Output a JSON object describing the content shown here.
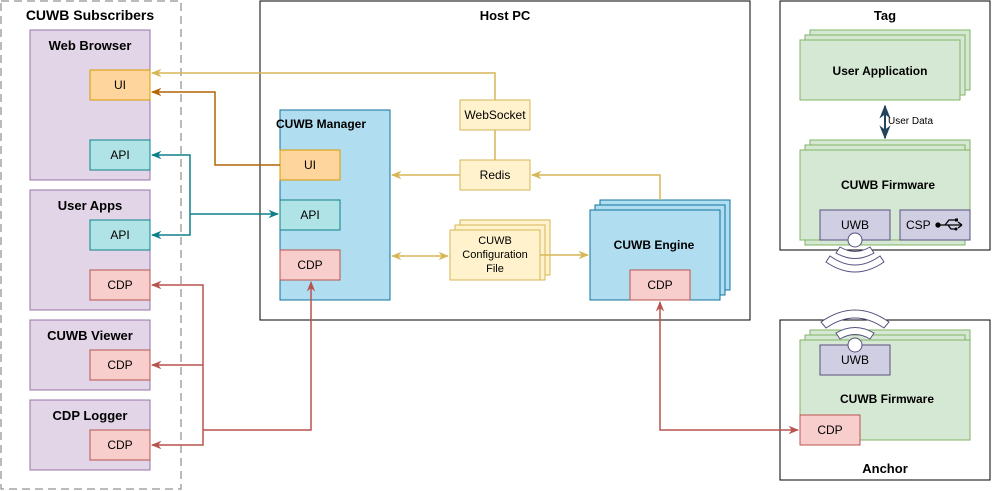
{
  "groups": {
    "subscribers": "CUWB Subscribers",
    "host_pc": "Host PC",
    "tag": "Tag",
    "anchor": "Anchor"
  },
  "subscribers": {
    "web_browser": {
      "title": "Web Browser",
      "ui": "UI",
      "api": "API"
    },
    "user_apps": {
      "title": "User Apps",
      "api": "API",
      "cdp": "CDP"
    },
    "cuwb_viewer": {
      "title": "CUWB Viewer",
      "cdp": "CDP"
    },
    "cdp_logger": {
      "title": "CDP Logger",
      "cdp": "CDP"
    }
  },
  "host": {
    "manager": {
      "title": "CUWB Manager",
      "ui": "UI",
      "api": "API",
      "cdp": "CDP"
    },
    "websocket": "WebSocket",
    "redis": "Redis",
    "config_file": [
      "CUWB",
      "Configuration",
      "File"
    ],
    "engine": {
      "title": "CUWB Engine",
      "cdp": "CDP"
    }
  },
  "tag": {
    "user_app": "User Application",
    "user_data": "User Data",
    "firmware": "CUWB Firmware",
    "uwb": "UWB",
    "csp": "CSP"
  },
  "anchor": {
    "uwb": "UWB",
    "firmware": "CUWB Firmware",
    "cdp": "CDP"
  },
  "colors": {
    "purple_fill": "#e1d5e7",
    "purple_stroke": "#9673a6",
    "orange_fill": "#ffd59e",
    "orange_stroke": "#d79b00",
    "teal_fill": "#b0e3e6",
    "teal_stroke": "#0e8088",
    "red_fill": "#f8cecc",
    "red_stroke": "#b85450",
    "blue_fill": "#b1ddf0",
    "blue_stroke": "#10739e",
    "yellow_fill": "#fff2cc",
    "yellow_stroke": "#d6b656",
    "green_fill": "#d5e8d4",
    "green_stroke": "#82b366",
    "lavender_fill": "#d0cee2",
    "lavender_stroke": "#56517e",
    "brown_line": "#b46504",
    "navy_line": "#23445d"
  }
}
